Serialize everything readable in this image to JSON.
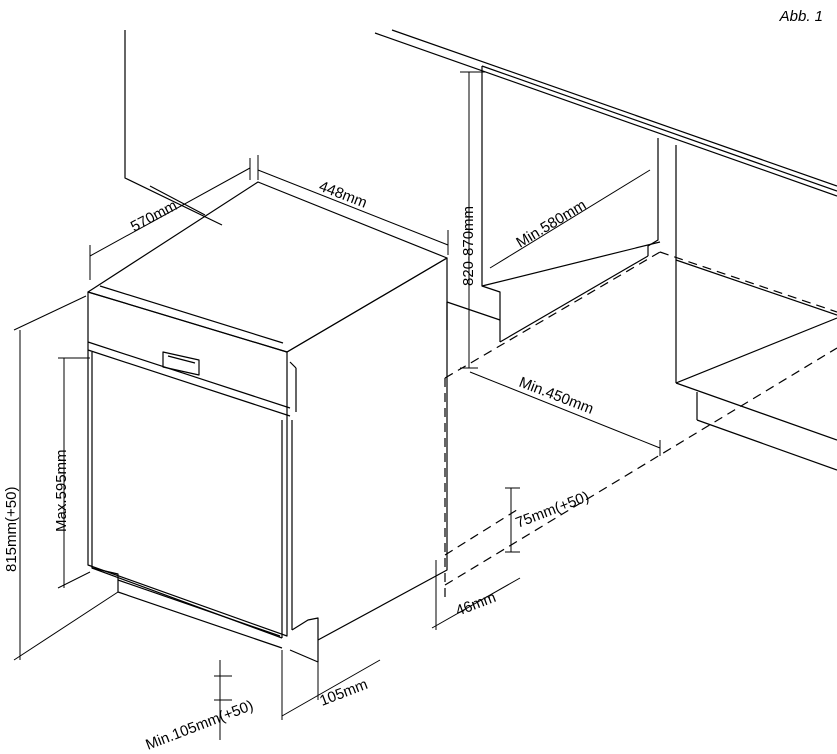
{
  "figure_label": "Abb. 1",
  "colors": {
    "line": "#000000",
    "background": "#ffffff"
  },
  "dimensions": {
    "depth": "570mm",
    "width": "448mm",
    "cabinet_height": "820-870mm",
    "min_depth": "Min.580mm",
    "min_width": "Min.450mm",
    "total_height": "815mm(+50)",
    "door_height": "Max.595mm",
    "plinth_height": "75mm(+50)",
    "side_offset": "46mm",
    "bottom_depth": "105mm",
    "min_bottom": "Min.105mm(+50)"
  }
}
